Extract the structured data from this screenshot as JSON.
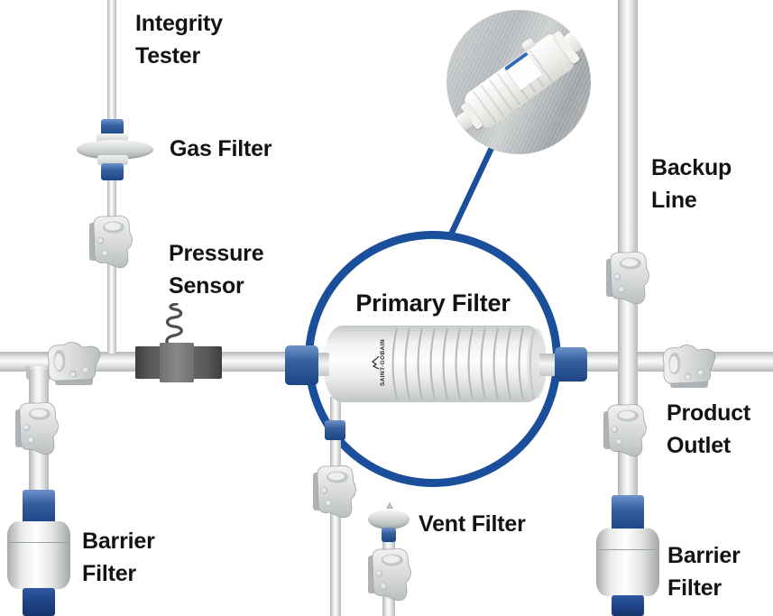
{
  "labels": {
    "integrity_tester": {
      "line1": "Integrity",
      "line2": "Tester"
    },
    "gas_filter": "Gas Filter",
    "pressure_sensor": {
      "line1": "Pressure",
      "line2": "Sensor"
    },
    "primary_filter": "Primary Filter",
    "backup_line": {
      "line1": "Backup",
      "line2": "Line"
    },
    "product_outlet": {
      "line1": "Product",
      "line2": "Outlet"
    },
    "vent_filter": "Vent Filter",
    "barrier_filter_left": {
      "line1": "Barrier",
      "line2": "Filter"
    },
    "barrier_filter_right": {
      "line1": "Barrier",
      "line2": "Filter"
    },
    "capsule_brand": "SAINT-GOBAIN"
  },
  "colors": {
    "accent_blue": "#1b4e9b",
    "connector_blue_light": "#6d92c9",
    "connector_blue_dark": "#1d4586",
    "sensor_gray": "#4f5152",
    "tube_gray": "#c9cccd",
    "label_text": "#131313"
  },
  "icons": {
    "gas_filter_icon": "inline disc gas filter on vertical line",
    "vent_filter_icon": "small disc vent filter with spike",
    "pressure_sensor_icon": "dark inline sensor block with coiled wire",
    "pinch_clamp_icon": "gray tubing pinch clamp (8 instances)",
    "barrier_filter_icon": "capsule barrier filter with blue fittings (2 instances)",
    "primary_filter_capsule_icon": "pleated capsule filter inside magnifier circle",
    "magnifier_callout_icon": "blue zoom circle with leader line to product photo"
  }
}
